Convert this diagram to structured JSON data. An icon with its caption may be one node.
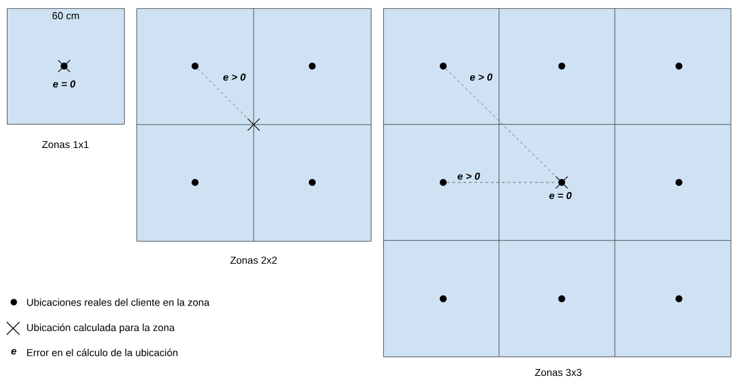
{
  "diagram": {
    "nodes": [
      {
        "text": [
          "60 cm"
        ],
        "beside": [
          "Zonas 1x1"
        ]
      },
      {
        "text": [],
        "shape": "cross",
        "in": 0,
        "beside": [
          "e = 0"
        ]
      },
      {
        "text": [],
        "shape": "circle",
        "in": 1
      },
      {
        "text": [],
        "shape": "box",
        "beside": [
          "Zonas 2x2"
        ]
      },
      {
        "text": [],
        "shape": "circle",
        "in": 3
      },
      {
        "text": [],
        "shape": "circle",
        "in": 3
      },
      {
        "text": [],
        "shape": "circle",
        "in": 3
      },
      {
        "text": [],
        "shape": "circle",
        "in": 3
      },
      {
        "text": [],
        "shape": "cross",
        "in": 3
      },
      {
        "text": [],
        "shape": "box",
        "beside": [
          "Zonas 3x3"
        ]
      },
      {
        "text": [],
        "shape": "circle",
        "in": 9
      },
      {
        "text": [],
        "shape": "circle",
        "in": 9
      },
      {
        "text": [],
        "shape": "circle",
        "in": 9
      },
      {
        "text": [],
        "shape": "circle",
        "in": 9
      },
      {
        "text": [],
        "shape": "cross",
        "in": 9,
        "beside": [
          "e = 0"
        ]
      },
      {
        "text": [],
        "shape": "circle",
        "in": 14
      },
      {
        "text": [],
        "shape": "circle",
        "in": 9
      },
      {
        "text": [],
        "shape": "circle",
        "in": 9
      },
      {
        "text": [],
        "shape": "circle",
        "in": 9
      },
      {
        "text": [],
        "shape": "circle",
        "in": 9
      }
    ],
    "edges": [
      {
        "from": 4,
        "to": 8,
        "arrow": "none",
        "style": "dashed",
        "label": "e > 0"
      },
      {
        "from": 10,
        "to": 14,
        "arrow": "none",
        "style": "dashed",
        "label": "e > 0"
      },
      {
        "from": 13,
        "to": 14,
        "arrow": "none",
        "style": "dashed",
        "label": "e > 0"
      }
    ],
    "labels": [
      "e"
    ],
    "legend": [
      {
        "text": "Ubicaciones reales del cliente en la zona"
      },
      {
        "text": "Ubicación calculada para la zona"
      },
      {
        "text": "Error en el cálculo de la ubicación"
      }
    ]
  }
}
